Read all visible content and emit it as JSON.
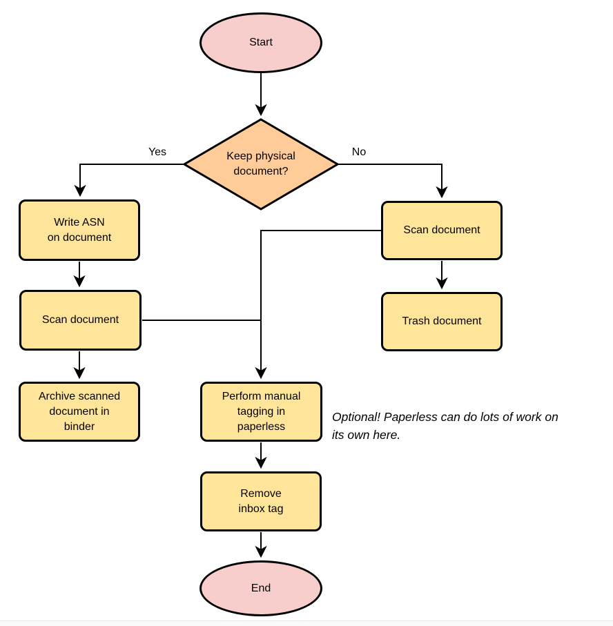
{
  "diagram": {
    "nodes": {
      "start": {
        "label": "Start",
        "shape": "ellipse"
      },
      "decision": {
        "label": "Keep physical\ndocument?",
        "shape": "diamond"
      },
      "write_asn": {
        "label": "Write ASN\non document",
        "shape": "rect"
      },
      "scan_left": {
        "label": "Scan document",
        "shape": "rect"
      },
      "archive": {
        "label": "Archive scanned\ndocument in\nbinder",
        "shape": "rect"
      },
      "scan_right": {
        "label": "Scan document",
        "shape": "rect"
      },
      "trash": {
        "label": "Trash document",
        "shape": "rect"
      },
      "tagging": {
        "label": "Perform manual\ntagging in\npaperless",
        "shape": "rect"
      },
      "remove_inbox": {
        "label": "Remove\ninbox tag",
        "shape": "rect"
      },
      "end": {
        "label": "End",
        "shape": "ellipse"
      }
    },
    "edge_labels": {
      "yes": "Yes",
      "no": "No"
    },
    "note": "Optional! Paperless can do lots of work on\nits own here.",
    "colors": {
      "terminal_fill": "#F8CECC",
      "process_fill": "#FFE599",
      "decision_fill": "#FFCC99",
      "stroke": "#000000"
    }
  }
}
